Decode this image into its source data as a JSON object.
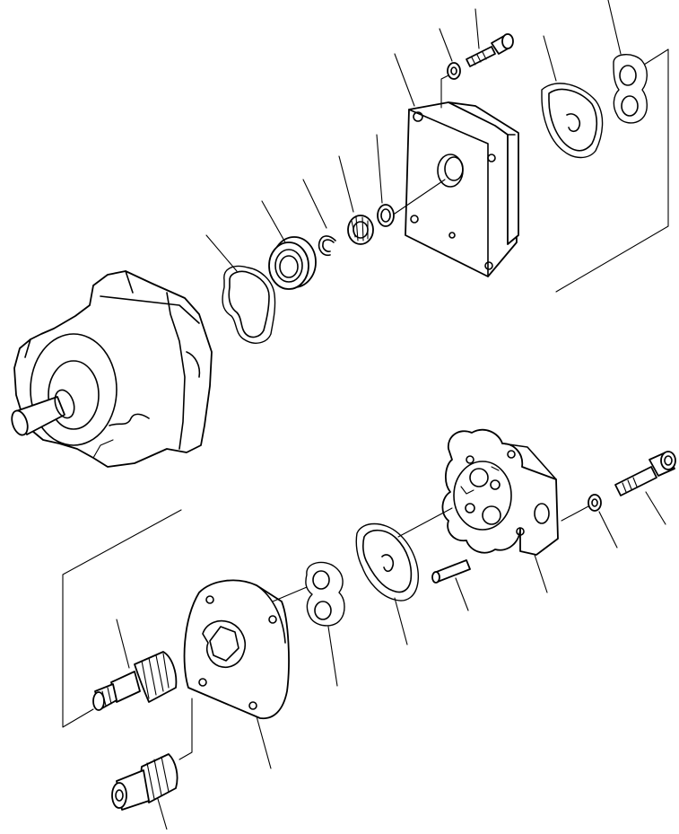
{
  "diagram": {
    "type": "exploded-parts-view",
    "ink_color": "#000000",
    "background_color": "#ffffff",
    "callout_count": 18,
    "parts_upper_group": [
      "o-ring",
      "bearing",
      "snap-ring",
      "needle-bearing",
      "washer",
      "cover-plate",
      "washer",
      "bolt",
      "gasket",
      "seal-plate"
    ],
    "parts_lower_group": [
      "drive-gear",
      "driven-gear",
      "gear-case",
      "seal-plate",
      "gasket",
      "pump-body",
      "dowel-pin",
      "washer",
      "bolt"
    ]
  }
}
